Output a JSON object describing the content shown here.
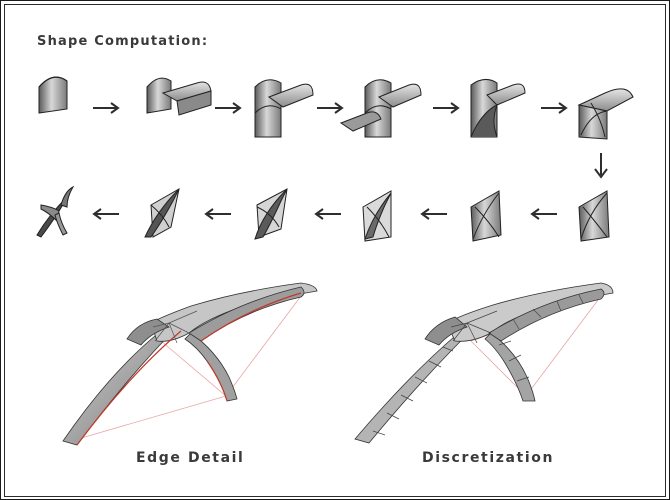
{
  "header": {
    "title": "Shape Computation:"
  },
  "captions": {
    "left": "Edge Detail",
    "right": "Discretization"
  },
  "colors": {
    "shell_light": "#d2d2d2",
    "shell_mid": "#9a9a9a",
    "shell_dark": "#4a4a4a",
    "edge_red": "#c0392b",
    "guide_pink": "#e8a6a6",
    "arrow": "#2e2e2e"
  }
}
